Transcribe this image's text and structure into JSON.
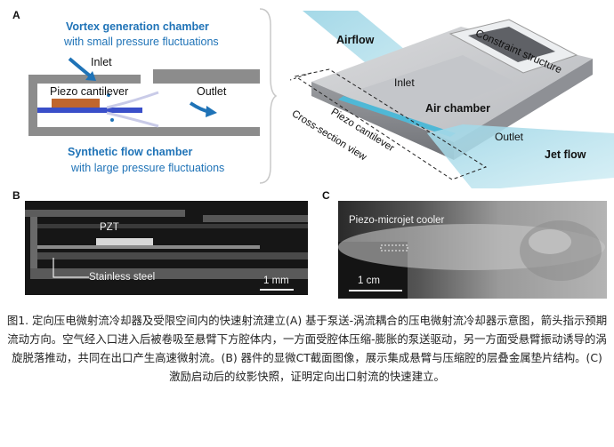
{
  "panels": {
    "a_label": "A",
    "b_label": "B",
    "c_label": "C"
  },
  "panel_a_left": {
    "vortex_title": "Vortex generation chamber",
    "vortex_sub": "with small pressure fluctuations",
    "inlet": "Inlet",
    "piezo": "Piezo cantilever",
    "outlet": "Outlet",
    "synthetic_title": "Synthetic flow chamber",
    "synthetic_sub": "with large pressure fluctuations"
  },
  "panel_a_right": {
    "airflow": "Airflow",
    "constraint": "Constraint structure",
    "inlet": "Inlet",
    "air_chamber": "Air chamber",
    "piezo": "Piezo cantilever",
    "cross_section": "Cross-section view",
    "outlet": "Outlet",
    "jet_flow": "Jet flow"
  },
  "panel_b": {
    "pzt": "PZT",
    "steel": "Stainless steel",
    "scale": "1 mm"
  },
  "panel_c": {
    "cooler": "Piezo-microjet cooler",
    "scale": "1 cm"
  },
  "caption": "图1. 定向压电微射流冷却器及受限空间内的快速射流建立(A) 基于泵送-涡流耦合的压电微射流冷却器示意图，箭头指示预期流动方向。空气经入口进入后被卷吸至悬臂下方腔体内，一方面受腔体压缩-膨胀的泵送驱动，另一方面受悬臂振动诱导的涡旋脱落推动，共同在出口产生高速微射流。(B) 器件的显微CT截面图像，展示集成悬臂与压缩腔的层叠金属垫片结构。(C) 激励启动后的纹影快照，证明定向出口射流的快速建立。",
  "colors": {
    "accent_blue": "#1f73b7",
    "housing_gray": "#8c8c8c",
    "piezo_orange": "#c0662e",
    "cantilever_blue": "#3a4fc9"
  }
}
